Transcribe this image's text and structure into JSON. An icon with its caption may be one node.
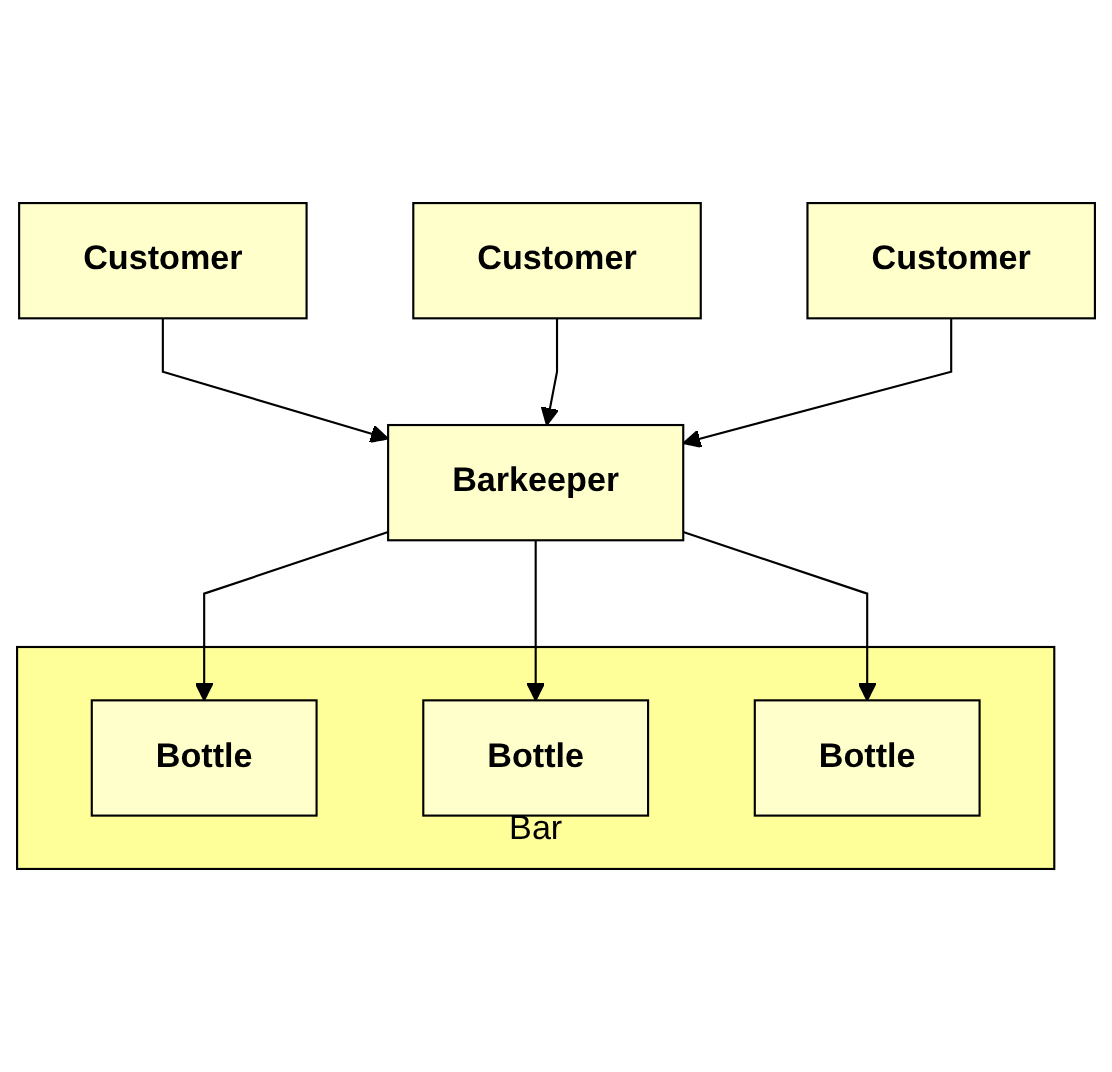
{
  "diagram": {
    "nodes": [
      {
        "text": [
          "Customer"
        ]
      },
      {
        "text": [
          "Customer"
        ]
      },
      {
        "text": [
          "Customer"
        ]
      },
      {
        "text": [
          "Barkeeper"
        ]
      },
      {
        "text": [
          "Bar"
        ]
      },
      {
        "text": [
          "Bottle"
        ],
        "in": 4
      },
      {
        "text": [
          "Bottle"
        ],
        "in": 4
      },
      {
        "text": [
          "Bottle"
        ],
        "in": 4
      }
    ],
    "edges": [
      {
        "from": 1,
        "to": 3,
        "arrow": "to"
      },
      {
        "from": 0,
        "to": 3,
        "arrow": "to"
      },
      {
        "from": 2,
        "to": 3,
        "arrow": "to"
      },
      {
        "from": 3,
        "to": 5,
        "arrow": "to"
      },
      {
        "from": 3,
        "to": 6,
        "arrow": "to"
      },
      {
        "from": 3,
        "to": 7,
        "arrow": "to"
      }
    ]
  }
}
